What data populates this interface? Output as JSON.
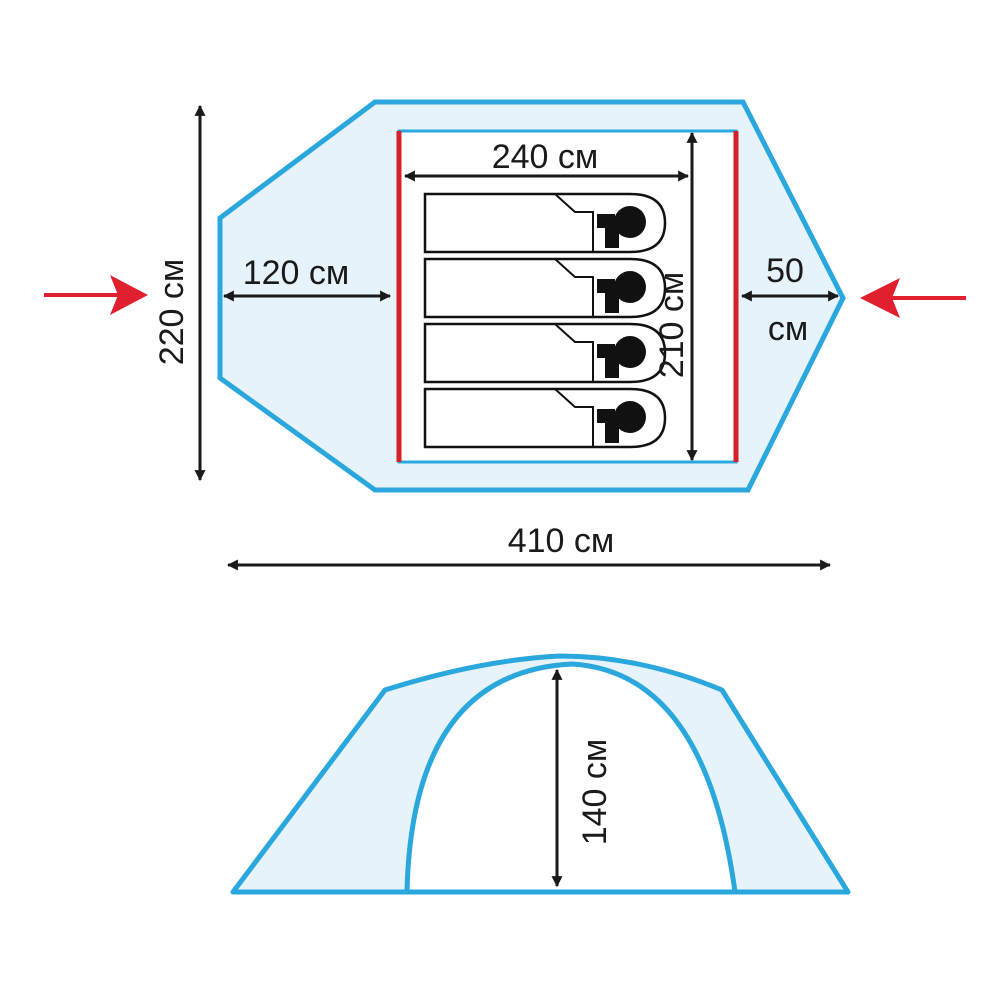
{
  "colors": {
    "outline": "#2aa7dc",
    "fill": "#e6f3fb",
    "inner_wall": "#d6202a",
    "entrance_arrow": "#e0202e",
    "dimension": "#1a1a1a",
    "sleeper": "#111111"
  },
  "icons": {
    "sleeping_bag": "sleeping-bag-with-person-icon",
    "entrance": "entrance-arrow-icon"
  },
  "dimensions": {
    "total_length": "410 см",
    "total_width": "220 см",
    "inner_length": "240 см",
    "inner_width": "210 см",
    "vestibule_depth": "120 см",
    "rear_depth_value": "50",
    "rear_depth_unit": "см",
    "height": "140 см"
  },
  "sleeping_places": 4
}
